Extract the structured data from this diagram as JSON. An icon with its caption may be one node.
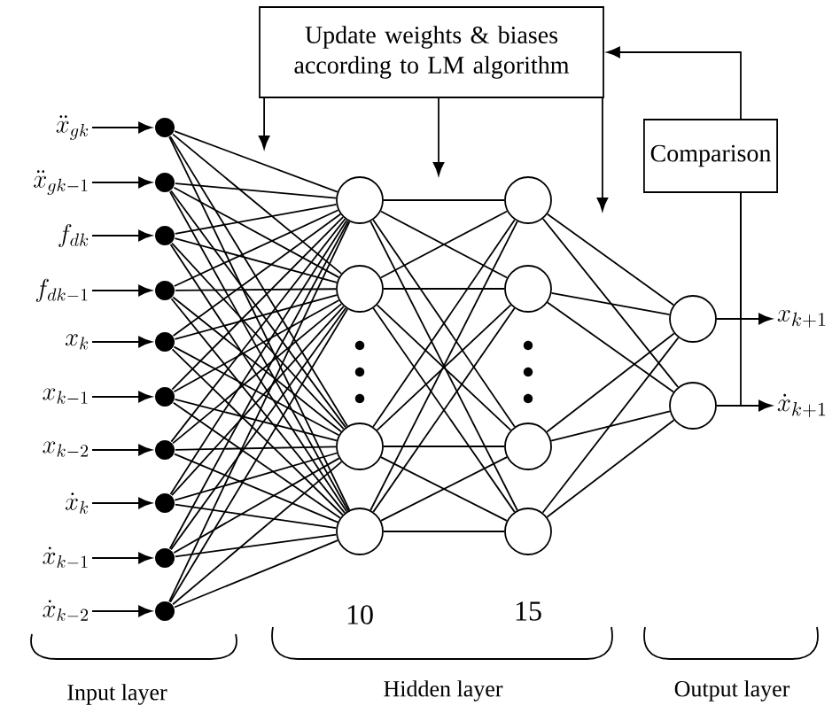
{
  "diagram": {
    "nodes": [
      {
        "text": [
          "Update weights & biases according to LM algorithm"
        ]
      },
      {
        "text": [
          "Comparison"
        ]
      },
      {
        "text": [
          "\\ddot{x}_{gk}"
        ]
      },
      {
        "text": [
          "\\ddot{x}_{gk-1}"
        ]
      },
      {
        "text": [
          "f_{dk}"
        ]
      },
      {
        "text": [
          "f_{dk-1}"
        ]
      },
      {
        "text": [
          "x_{k}"
        ]
      },
      {
        "text": [
          "x_{k-1}"
        ]
      },
      {
        "text": [
          "x_{k-2}"
        ]
      },
      {
        "text": [
          "\\dot{x}_{k}"
        ]
      },
      {
        "text": [
          "\\dot{x}_{k-1}"
        ]
      },
      {
        "text": [
          "\\dot{x}_{k-2}"
        ]
      },
      {
        "text": [],
        "shape": "circle"
      },
      {
        "text": [],
        "shape": "circle"
      },
      {
        "text": [],
        "shape": "circle"
      },
      {
        "text": [],
        "shape": "circle"
      },
      {
        "text": [],
        "shape": "circle"
      },
      {
        "text": [],
        "shape": "circle"
      },
      {
        "text": [],
        "shape": "circle"
      },
      {
        "text": [],
        "shape": "circle"
      },
      {
        "text": [],
        "shape": "circle"
      },
      {
        "text": [],
        "shape": "circle"
      },
      {
        "text": [],
        "shape": "circle"
      },
      {
        "text": [],
        "shape": "circle"
      },
      {
        "text": [],
        "shape": "circle"
      },
      {
        "text": [],
        "shape": "circle"
      },
      {
        "text": [],
        "shape": "circle"
      },
      {
        "text": [],
        "shape": "circle"
      },
      {
        "text": [],
        "shape": "circle"
      },
      {
        "text": [],
        "shape": "circle"
      },
      {
        "text": [],
        "shape": "circle"
      },
      {
        "text": [],
        "shape": "circle"
      },
      {
        "text": [
          "x_{k+1}"
        ]
      },
      {
        "text": [
          "\\dot{x}_{k+1}"
        ]
      }
    ],
    "edges": [
      {
        "from": 2,
        "to": 12,
        "arrow": "to"
      },
      {
        "from": 3,
        "to": 13,
        "arrow": "to"
      },
      {
        "from": 4,
        "to": 14,
        "arrow": "to"
      },
      {
        "from": 5,
        "to": 15,
        "arrow": "to"
      },
      {
        "from": 6,
        "to": 16,
        "arrow": "to"
      },
      {
        "from": 7,
        "to": 17,
        "arrow": "to"
      },
      {
        "from": 8,
        "to": 18,
        "arrow": "to"
      },
      {
        "from": 9,
        "to": 19,
        "arrow": "to"
      },
      {
        "from": 10,
        "to": 20,
        "arrow": "to"
      },
      {
        "from": 11,
        "to": 21,
        "arrow": "to"
      },
      {
        "from": 12,
        "to": 22,
        "arrow": "none"
      },
      {
        "from": 12,
        "to": 23,
        "arrow": "none"
      },
      {
        "from": 12,
        "to": 24,
        "arrow": "none"
      },
      {
        "from": 12,
        "to": 25,
        "arrow": "none"
      },
      {
        "from": 13,
        "to": 22,
        "arrow": "none"
      },
      {
        "from": 13,
        "to": 23,
        "arrow": "none"
      },
      {
        "from": 13,
        "to": 24,
        "arrow": "none"
      },
      {
        "from": 13,
        "to": 25,
        "arrow": "none"
      },
      {
        "from": 14,
        "to": 22,
        "arrow": "none"
      },
      {
        "from": 14,
        "to": 23,
        "arrow": "none"
      },
      {
        "from": 14,
        "to": 24,
        "arrow": "none"
      },
      {
        "from": 14,
        "to": 25,
        "arrow": "none"
      },
      {
        "from": 15,
        "to": 22,
        "arrow": "none"
      },
      {
        "from": 15,
        "to": 23,
        "arrow": "none"
      },
      {
        "from": 15,
        "to": 24,
        "arrow": "none"
      },
      {
        "from": 15,
        "to": 25,
        "arrow": "none"
      },
      {
        "from": 16,
        "to": 22,
        "arrow": "none"
      },
      {
        "from": 16,
        "to": 23,
        "arrow": "none"
      },
      {
        "from": 16,
        "to": 24,
        "arrow": "none"
      },
      {
        "from": 16,
        "to": 25,
        "arrow": "none"
      },
      {
        "from": 17,
        "to": 22,
        "arrow": "none"
      },
      {
        "from": 17,
        "to": 23,
        "arrow": "none"
      },
      {
        "from": 17,
        "to": 24,
        "arrow": "none"
      },
      {
        "from": 17,
        "to": 25,
        "arrow": "none"
      },
      {
        "from": 18,
        "to": 22,
        "arrow": "none"
      },
      {
        "from": 18,
        "to": 23,
        "arrow": "none"
      },
      {
        "from": 18,
        "to": 24,
        "arrow": "none"
      },
      {
        "from": 18,
        "to": 25,
        "arrow": "none"
      },
      {
        "from": 19,
        "to": 22,
        "arrow": "none"
      },
      {
        "from": 19,
        "to": 23,
        "arrow": "none"
      },
      {
        "from": 19,
        "to": 24,
        "arrow": "none"
      },
      {
        "from": 19,
        "to": 25,
        "arrow": "none"
      },
      {
        "from": 20,
        "to": 22,
        "arrow": "none"
      },
      {
        "from": 20,
        "to": 23,
        "arrow": "none"
      },
      {
        "from": 20,
        "to": 24,
        "arrow": "none"
      },
      {
        "from": 20,
        "to": 25,
        "arrow": "none"
      },
      {
        "from": 21,
        "to": 22,
        "arrow": "none"
      },
      {
        "from": 21,
        "to": 23,
        "arrow": "none"
      },
      {
        "from": 21,
        "to": 24,
        "arrow": "none"
      },
      {
        "from": 21,
        "to": 25,
        "arrow": "none"
      },
      {
        "from": 22,
        "to": 26,
        "arrow": "none"
      },
      {
        "from": 22,
        "to": 27,
        "arrow": "none"
      },
      {
        "from": 22,
        "to": 28,
        "arrow": "none"
      },
      {
        "from": 22,
        "to": 29,
        "arrow": "none"
      },
      {
        "from": 23,
        "to": 26,
        "arrow": "none"
      },
      {
        "from": 23,
        "to": 27,
        "arrow": "none"
      },
      {
        "from": 23,
        "to": 28,
        "arrow": "none"
      },
      {
        "from": 23,
        "to": 29,
        "arrow": "none"
      },
      {
        "from": 24,
        "to": 26,
        "arrow": "none"
      },
      {
        "from": 24,
        "to": 27,
        "arrow": "none"
      },
      {
        "from": 24,
        "to": 28,
        "arrow": "none"
      },
      {
        "from": 24,
        "to": 29,
        "arrow": "none"
      },
      {
        "from": 25,
        "to": 26,
        "arrow": "none"
      },
      {
        "from": 25,
        "to": 27,
        "arrow": "none"
      },
      {
        "from": 25,
        "to": 28,
        "arrow": "none"
      },
      {
        "from": 25,
        "to": 29,
        "arrow": "none"
      },
      {
        "from": 26,
        "to": 30,
        "arrow": "none"
      },
      {
        "from": 26,
        "to": 31,
        "arrow": "none"
      },
      {
        "from": 27,
        "to": 30,
        "arrow": "none"
      },
      {
        "from": 27,
        "to": 31,
        "arrow": "none"
      },
      {
        "from": 28,
        "to": 30,
        "arrow": "none"
      },
      {
        "from": 28,
        "to": 31,
        "arrow": "none"
      },
      {
        "from": 29,
        "to": 30,
        "arrow": "none"
      },
      {
        "from": 29,
        "to": 31,
        "arrow": "none"
      },
      {
        "from": 30,
        "to": 32,
        "arrow": "to"
      },
      {
        "from": 31,
        "to": 33,
        "arrow": "to"
      },
      {
        "from": 30,
        "to": 1,
        "arrow": "none"
      },
      {
        "from": 31,
        "to": 1,
        "arrow": "none"
      },
      {
        "from": 1,
        "to": 0,
        "arrow": "to"
      },
      {
        "from": 0,
        "to": null,
        "arrow": "to"
      },
      {
        "from": 0,
        "to": null,
        "arrow": "to"
      },
      {
        "from": 0,
        "to": null,
        "arrow": "to"
      }
    ],
    "labels": [
      "10",
      "15",
      "Input layer",
      "Hidden layer",
      "Output layer"
    ]
  }
}
